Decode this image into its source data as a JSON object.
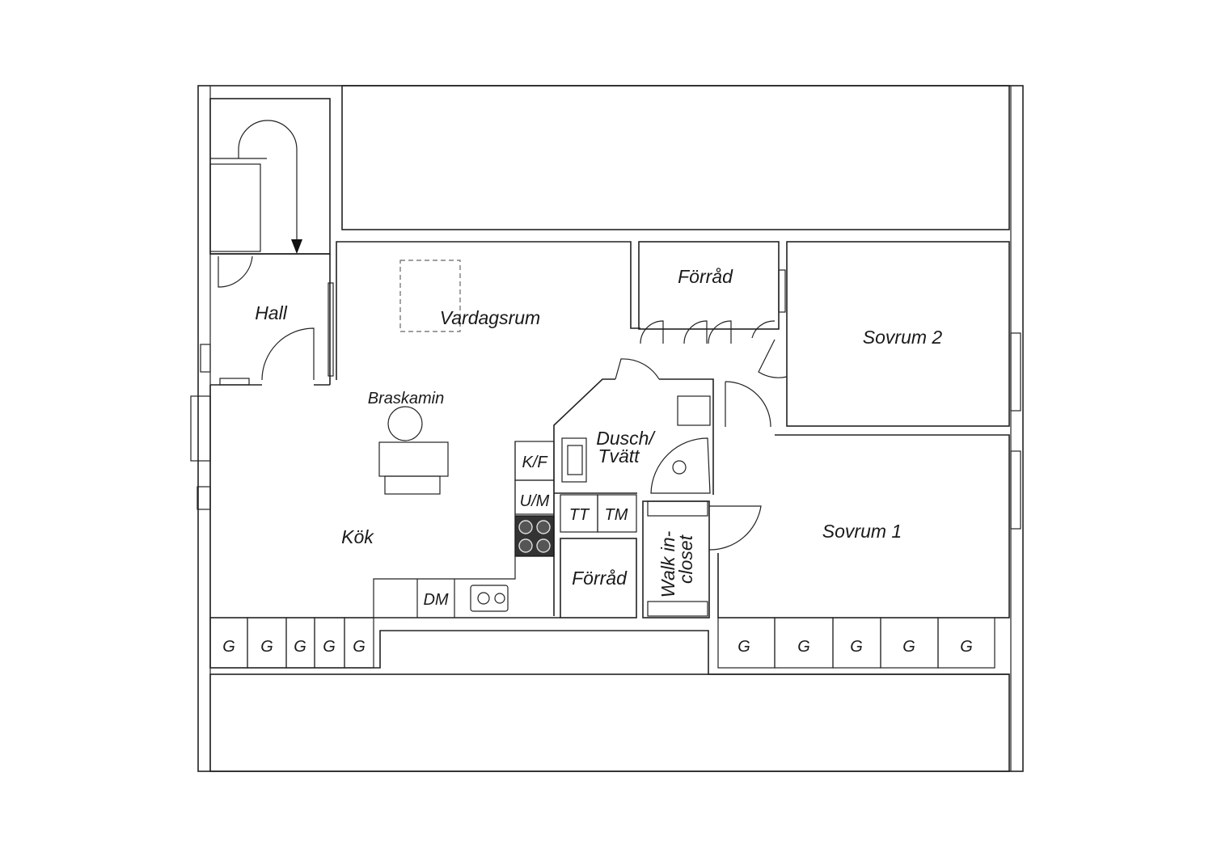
{
  "rooms": {
    "hall": "Hall",
    "vardagsrum": "Vardagsrum",
    "forrad_top": "Förråd",
    "sovrum2": "Sovrum 2",
    "braskamin": "Braskamin",
    "dusch_line1": "Dusch/",
    "dusch_line2": "Tvätt",
    "kf": "K/F",
    "um": "U/M",
    "tt": "TT",
    "tm": "TM",
    "kok": "Kök",
    "sovrum1": "Sovrum 1",
    "forrad_bottom": "Förråd",
    "walkin_line1": "Walk in-",
    "walkin_line2": "closet",
    "dm": "DM"
  },
  "garage_left": [
    "G",
    "G",
    "G",
    "G",
    "G"
  ],
  "garage_right": [
    "G",
    "G",
    "G",
    "G",
    "G"
  ]
}
